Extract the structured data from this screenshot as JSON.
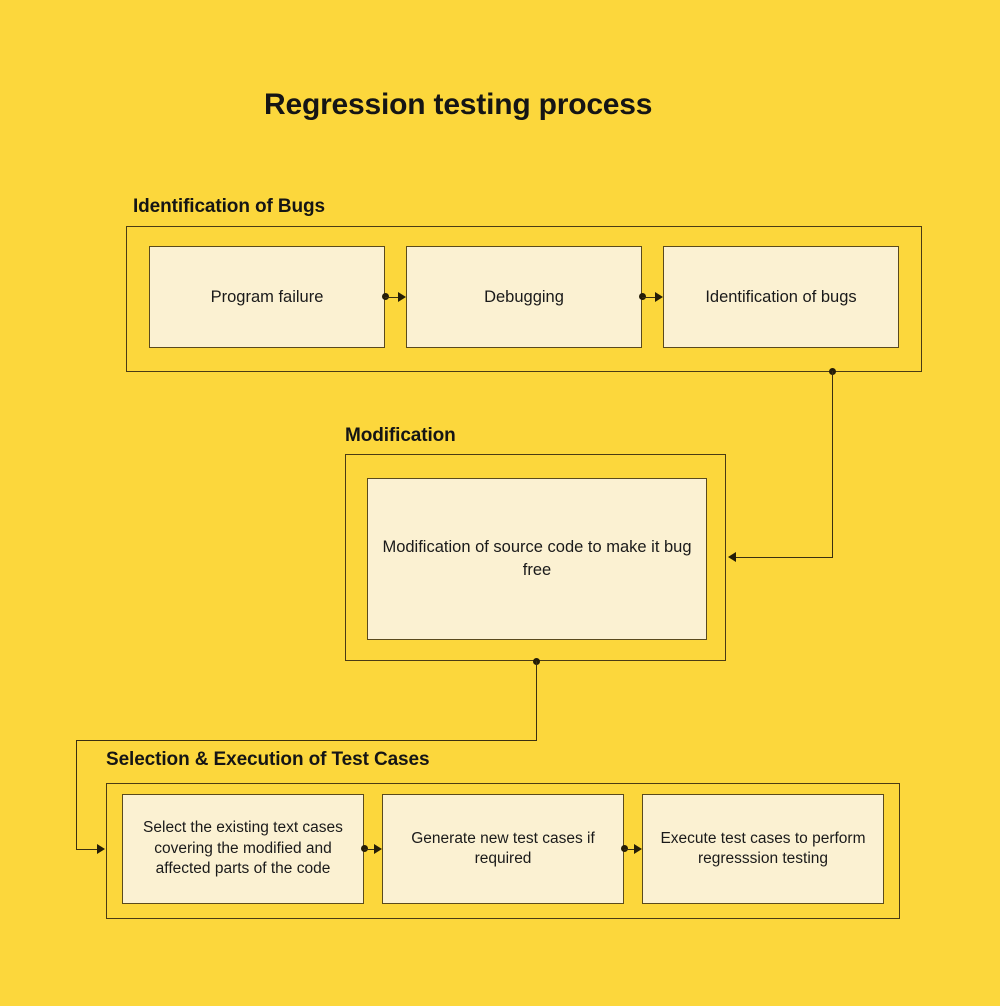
{
  "colors": {
    "background": "#FCD73C",
    "box_fill": "#FBF1D2",
    "stroke": "#4a3b14",
    "text": "#1a1a1a"
  },
  "title": "Regression testing process",
  "groups": [
    {
      "id": "identification-of-bugs",
      "label": "Identification of Bugs",
      "boxes": [
        {
          "id": "program-failure",
          "text": "Program failure"
        },
        {
          "id": "debugging",
          "text": "Debugging"
        },
        {
          "id": "identification-of-bugs",
          "text": "Identification of bugs"
        }
      ]
    },
    {
      "id": "modification",
      "label": "Modification",
      "boxes": [
        {
          "id": "modification-of-source-code",
          "text": "Modification of source code to make it bug free"
        }
      ]
    },
    {
      "id": "selection-execution-of-test-cases",
      "label": "Selection & Execution of Test Cases",
      "boxes": [
        {
          "id": "select-existing-text-cases",
          "text": "Select the existing text cases covering the modified and affected parts of the code"
        },
        {
          "id": "generate-new-test-cases",
          "text": "Generate new test cases if required"
        },
        {
          "id": "execute-test-cases",
          "text": "Execute test cases to perform regresssion testing"
        }
      ]
    }
  ],
  "connectors": [
    {
      "id": "program-failure-to-debugging",
      "from": "program-failure",
      "to": "debugging",
      "kind": "arrow-right"
    },
    {
      "id": "debugging-to-identification-of-bugs",
      "from": "debugging",
      "to": "identification-of-bugs",
      "kind": "arrow-right"
    },
    {
      "id": "bugs-group-to-modification-group",
      "from": "identification-of-bugs-group",
      "to": "modification-group",
      "kind": "elbow-down-left"
    },
    {
      "id": "modification-group-to-test-cases-group",
      "from": "modification-group",
      "to": "selection-execution-of-test-cases-group",
      "kind": "elbow-down-left-down-right"
    },
    {
      "id": "select-to-generate",
      "from": "select-existing-text-cases",
      "to": "generate-new-test-cases",
      "kind": "arrow-right"
    },
    {
      "id": "generate-to-execute",
      "from": "generate-new-test-cases",
      "to": "execute-test-cases",
      "kind": "arrow-right"
    }
  ]
}
